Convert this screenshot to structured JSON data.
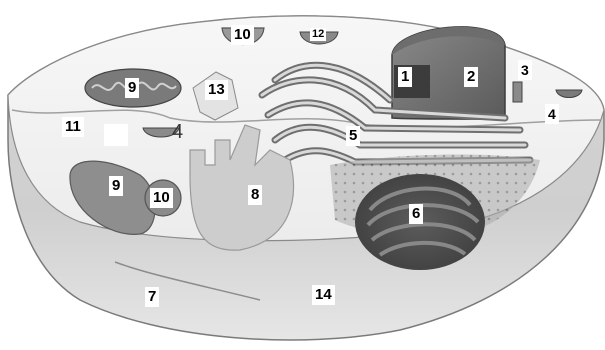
{
  "diagram": {
    "labels": [
      {
        "id": "1",
        "text": "1"
      },
      {
        "id": "2",
        "text": "2"
      },
      {
        "id": "3",
        "text": "3"
      },
      {
        "id": "4a",
        "text": "4"
      },
      {
        "id": "4b",
        "text": "4"
      },
      {
        "id": "5",
        "text": "5"
      },
      {
        "id": "6",
        "text": "6"
      },
      {
        "id": "7",
        "text": "7"
      },
      {
        "id": "8",
        "text": "8"
      },
      {
        "id": "9a",
        "text": "9"
      },
      {
        "id": "9b",
        "text": "9"
      },
      {
        "id": "10a",
        "text": "10"
      },
      {
        "id": "10b",
        "text": "10"
      },
      {
        "id": "11",
        "text": "11"
      },
      {
        "id": "12",
        "text": "12"
      },
      {
        "id": "13",
        "text": "13"
      },
      {
        "id": "14",
        "text": "14"
      }
    ]
  }
}
